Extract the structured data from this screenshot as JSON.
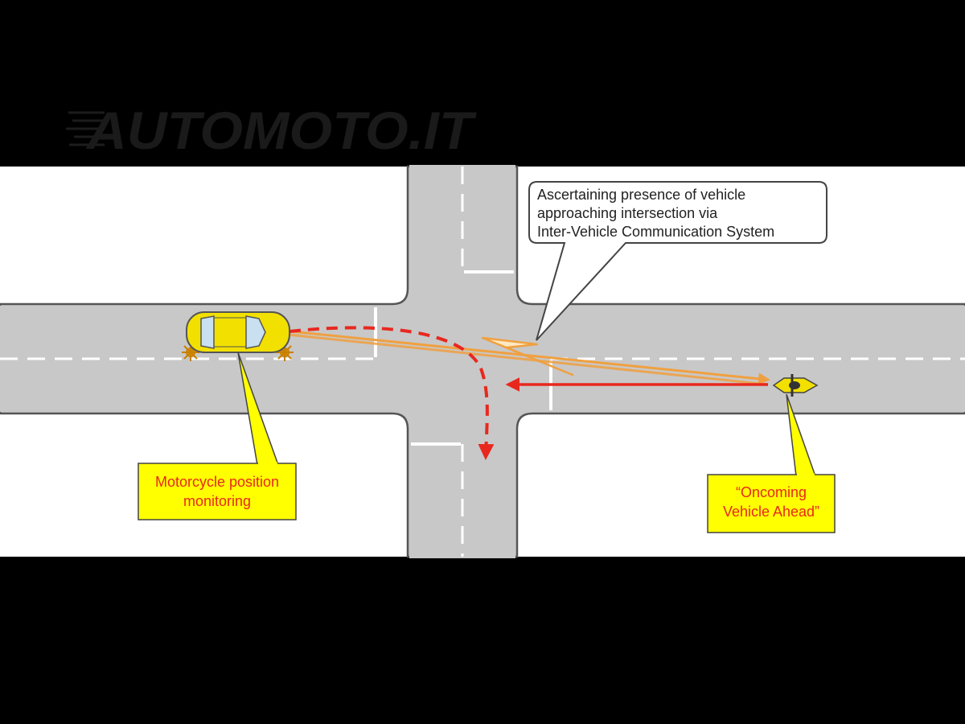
{
  "watermark": {
    "text": "AUTOMOTO.IT"
  },
  "callouts": {
    "communication": {
      "lines": [
        "Ascertaining presence of vehicle",
        "approaching intersection via",
        "Inter-Vehicle Communication System"
      ]
    },
    "car_label": {
      "lines": [
        "Motorcycle position",
        "monitoring"
      ]
    },
    "moto_label": {
      "lines": [
        "“Oncoming",
        "Vehicle Ahead”"
      ]
    }
  },
  "colors": {
    "background": "#000000",
    "sidewalk": "#ffffff",
    "road": "#c8c8c8",
    "road_edge": "#555555",
    "lane_marking": "#ffffff",
    "label_fill": "#ffff00",
    "label_text_red": "#e8281e",
    "path_red": "#e8281e",
    "signal_orange": "#f0a040",
    "car_body": "#f2e000"
  }
}
